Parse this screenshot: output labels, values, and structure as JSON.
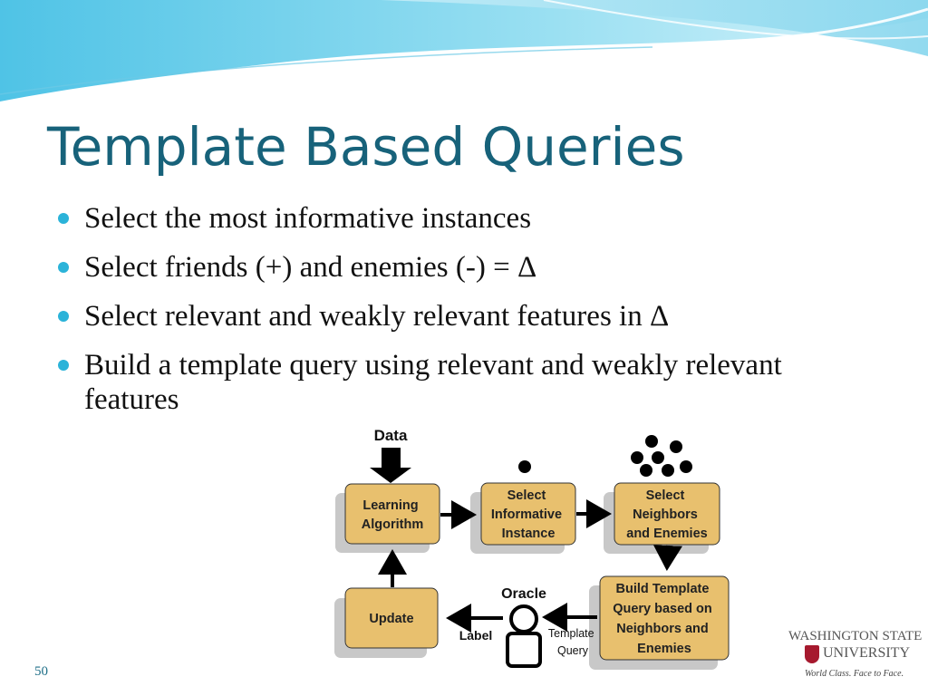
{
  "slide": {
    "title": "Template Based Queries",
    "bullets": [
      "Select the most informative instances",
      "Select friends (+) and enemies (-) = Δ",
      "Select relevant and weakly relevant features in Δ",
      "Build a template query using relevant and weakly relevant features"
    ],
    "slide_number": "50"
  },
  "diagram": {
    "data_label": "Data",
    "boxes": {
      "learning": [
        "Learning",
        "Algorithm"
      ],
      "select_instance": [
        "Select",
        "Informative",
        "Instance"
      ],
      "select_neighbors": [
        "Select",
        "Neighbors",
        "and Enemies"
      ],
      "build_template": [
        "Build Template",
        "Query based on",
        "Neighbors and",
        "Enemies"
      ],
      "update": [
        "Update"
      ]
    },
    "oracle_label": "Oracle",
    "label_text": "Label",
    "template_query_label": [
      "Template",
      "Query"
    ]
  },
  "logo": {
    "line1": "WASHINGTON STATE",
    "line2": "UNIVERSITY",
    "tagline": "World Class. Face to Face."
  },
  "colors": {
    "title": "#17627a",
    "bullet": "#2bb3d9",
    "box_fill": "#e8c06e",
    "box_shadow": "#c8c8c8",
    "crimson": "#a6192e"
  }
}
